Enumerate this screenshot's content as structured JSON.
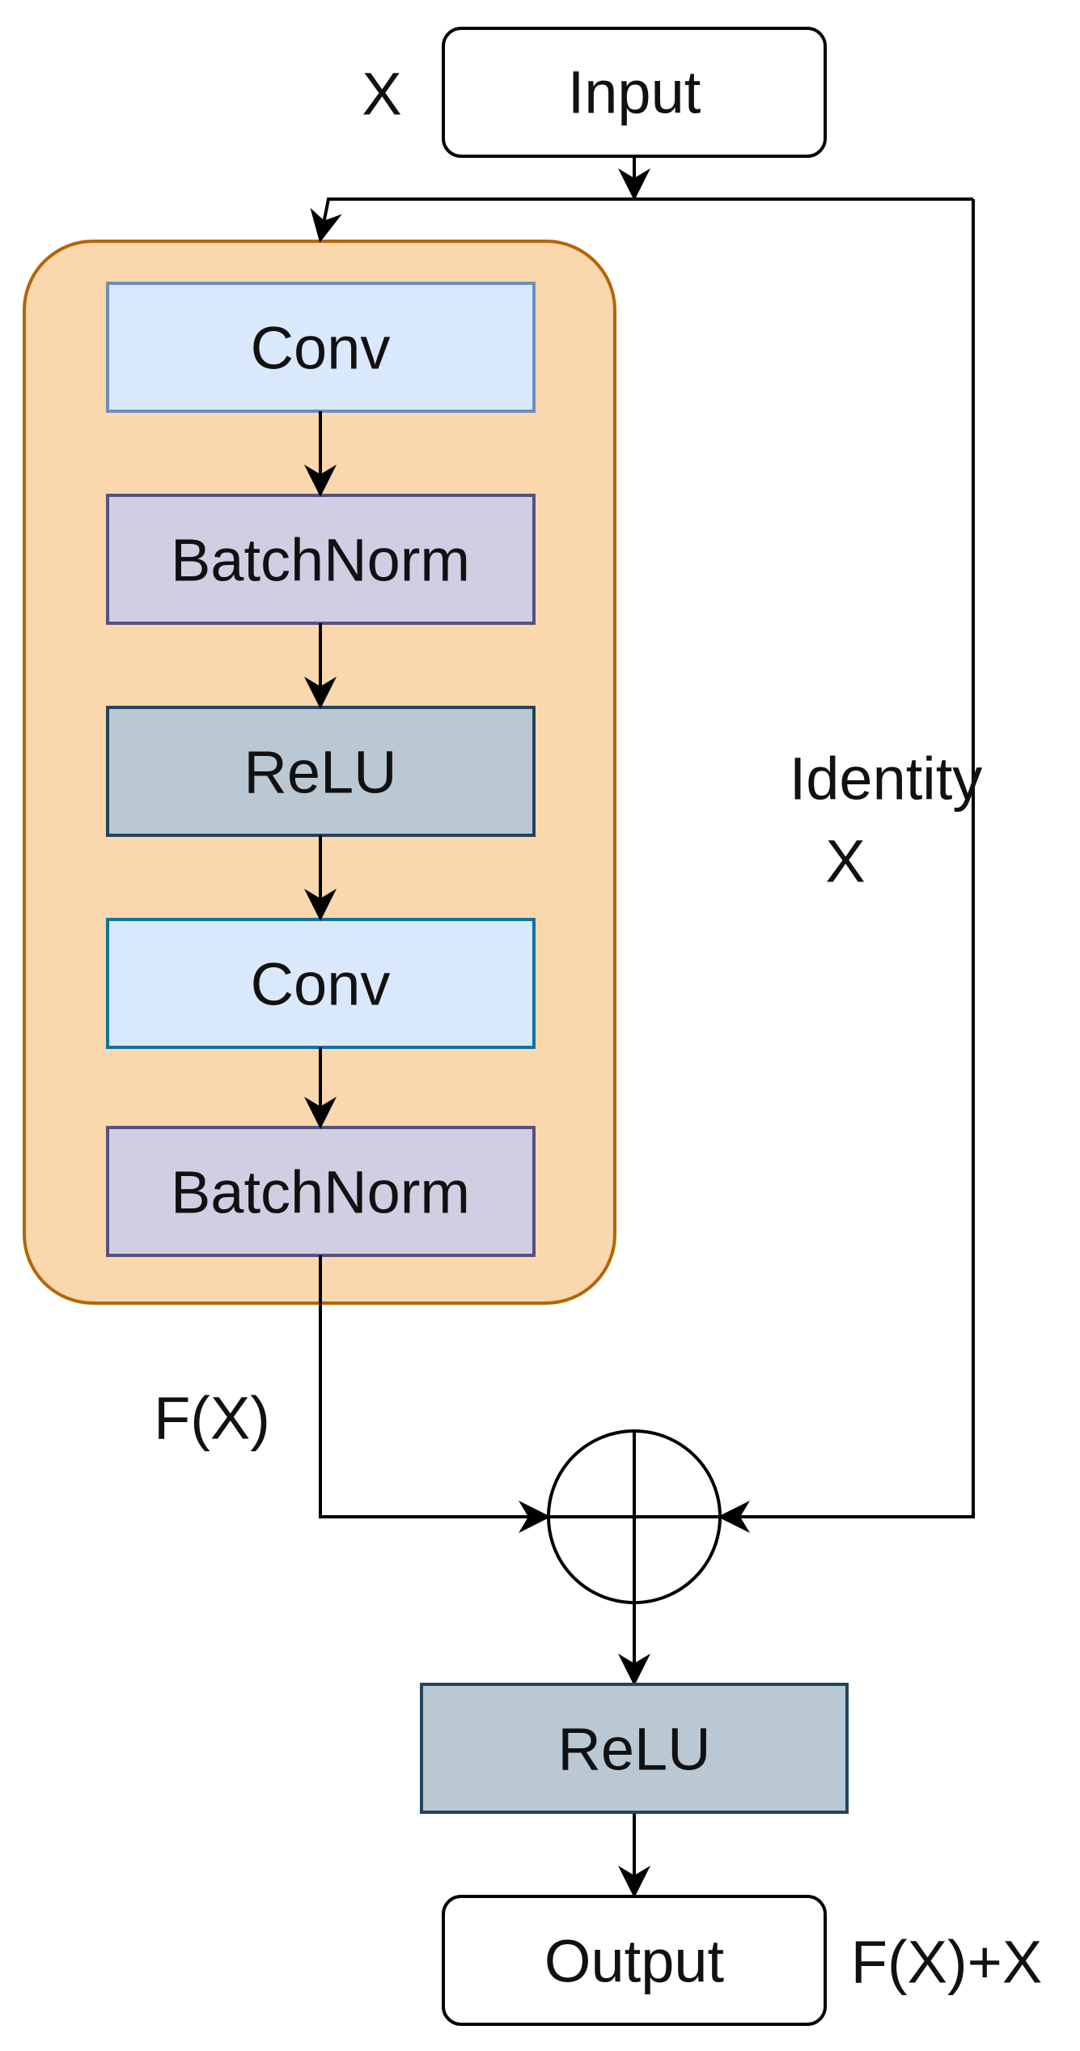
{
  "input": {
    "label": "Input",
    "side_label": "X"
  },
  "block": {
    "layers": [
      {
        "label": "Conv",
        "kind": "conv"
      },
      {
        "label": "BatchNorm",
        "kind": "bn"
      },
      {
        "label": "ReLU",
        "kind": "relu"
      },
      {
        "label": "Conv",
        "kind": "conv"
      },
      {
        "label": "BatchNorm",
        "kind": "bn"
      }
    ],
    "output_label": "F(X)"
  },
  "skip": {
    "label_line1": "Identity",
    "label_line2": "X"
  },
  "merge": {
    "symbol": "sum-circle"
  },
  "post": {
    "label": "ReLU",
    "kind": "relu"
  },
  "output": {
    "label": "Output",
    "side_label": "F(X)+X"
  },
  "colors": {
    "block_fill": "#fad7ac",
    "block_stroke": "#b46504",
    "conv_fill": "#dae8fc",
    "conv_stroke": "#6c8ebf",
    "conv_stroke_alt": "#10739e",
    "bn_fill": "#d0cee2",
    "bn_stroke": "#56517e",
    "relu_fill": "#bac8d3",
    "relu_stroke": "#23445d",
    "terminal_fill": "#ffffff",
    "terminal_stroke": "#000000"
  }
}
